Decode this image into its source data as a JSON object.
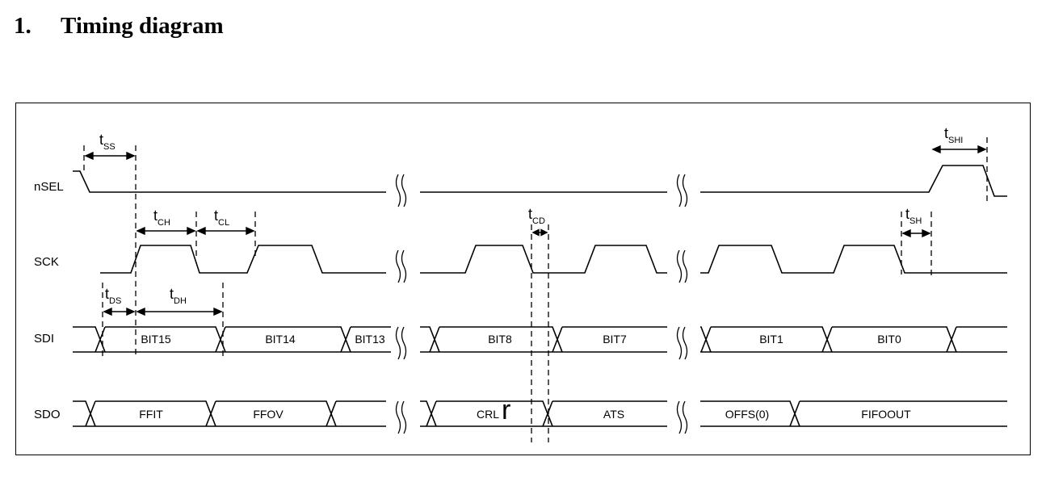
{
  "heading": {
    "number": "1.",
    "text": "Timing diagram"
  },
  "signals": [
    "nSEL",
    "SCK",
    "SDI",
    "SDO"
  ],
  "sdi": {
    "seg1": [
      "BIT15",
      "BIT14",
      "BIT13"
    ],
    "seg2": [
      "BIT8",
      "BIT7"
    ],
    "seg3": [
      "BIT1",
      "BIT0"
    ]
  },
  "sdo": {
    "seg1": [
      "FFIT",
      "FFOV"
    ],
    "seg2": [
      "CRL",
      "ATS"
    ],
    "seg3": [
      "OFFS(0)",
      "FIFOOUT"
    ]
  },
  "stray_mark": "r",
  "timing_params": [
    {
      "t": "t",
      "sub": "SS"
    },
    {
      "t": "t",
      "sub": "SHI"
    },
    {
      "t": "t",
      "sub": "CH"
    },
    {
      "t": "t",
      "sub": "CL"
    },
    {
      "t": "t",
      "sub": "CD"
    },
    {
      "t": "t",
      "sub": "SH"
    },
    {
      "t": "t",
      "sub": "DS"
    },
    {
      "t": "t",
      "sub": "DH"
    }
  ]
}
